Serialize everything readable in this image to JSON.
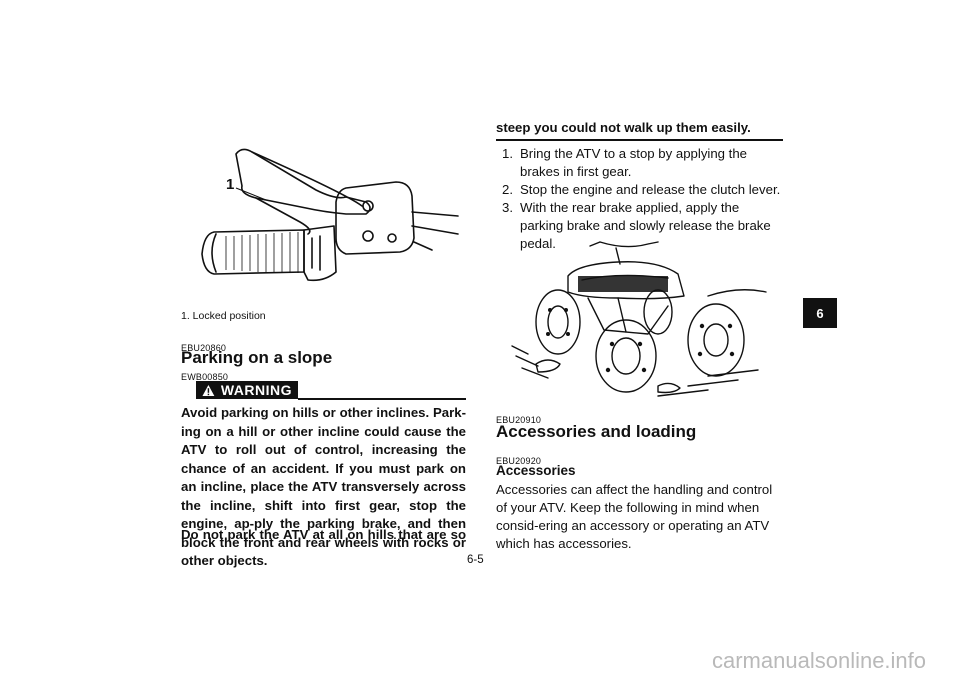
{
  "page_number": "6-5",
  "section_tab": "6",
  "left_column": {
    "figure_callout": "1",
    "figure_caption": "1. Locked position",
    "parking": {
      "code": "EBU20860",
      "heading": "Parking on a slope",
      "warning_code": "EWB00850",
      "warning_label": "WARNING",
      "warning_text": "Avoid parking on hills or other inclines. Park-ing on a hill or other incline could cause the ATV to roll out of control, increasing the chance of an accident. If you must park on an incline, place the ATV transversely across the incline, shift into first gear, stop the engine, ap-ply the parking brake, and then block the front and rear wheels with rocks or other objects.",
      "warning_text_2": "Do not park the ATV at all on hills that are so"
    }
  },
  "right_column": {
    "warning_continued": "steep you could not walk up them easily.",
    "steps": [
      {
        "num": "1.",
        "text": "Bring the ATV to a stop by applying the brakes in first gear."
      },
      {
        "num": "2.",
        "text": "Stop the engine and release the clutch lever."
      },
      {
        "num": "3.",
        "text": "With the rear brake applied, apply the parking brake and slowly release the brake pedal."
      }
    ],
    "accessories": {
      "code": "EBU20910",
      "heading": "Accessories and loading",
      "sub_code": "EBU20920",
      "subheading": "Accessories",
      "body": "Accessories can affect the handling and control of your ATV. Keep the following in mind when consid-ering an accessory or operating an ATV which has accessories."
    }
  },
  "watermark": "carmanualsonline.info"
}
